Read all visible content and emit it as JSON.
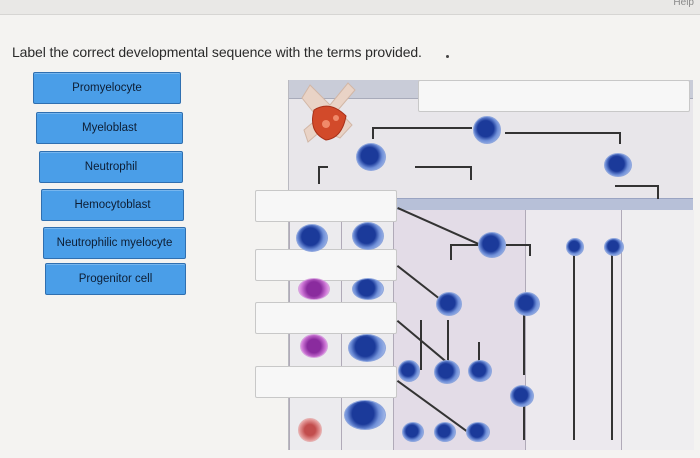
{
  "instruction": "Label the correct developmental sequence with the terms provided.",
  "help_label": "Help",
  "terms": [
    {
      "label": "Promyelocyte"
    },
    {
      "label": "Myeloblast"
    },
    {
      "label": "Neutrophil"
    },
    {
      "label": "Hemocytoblast"
    },
    {
      "label": "Neutrophilic myelocyte"
    },
    {
      "label": "Progenitor cell"
    }
  ],
  "colors": {
    "term_fill": "#4a9ee8",
    "drop_fill": "#f7f7f7",
    "diagram_bg": "#e8e6ea"
  }
}
